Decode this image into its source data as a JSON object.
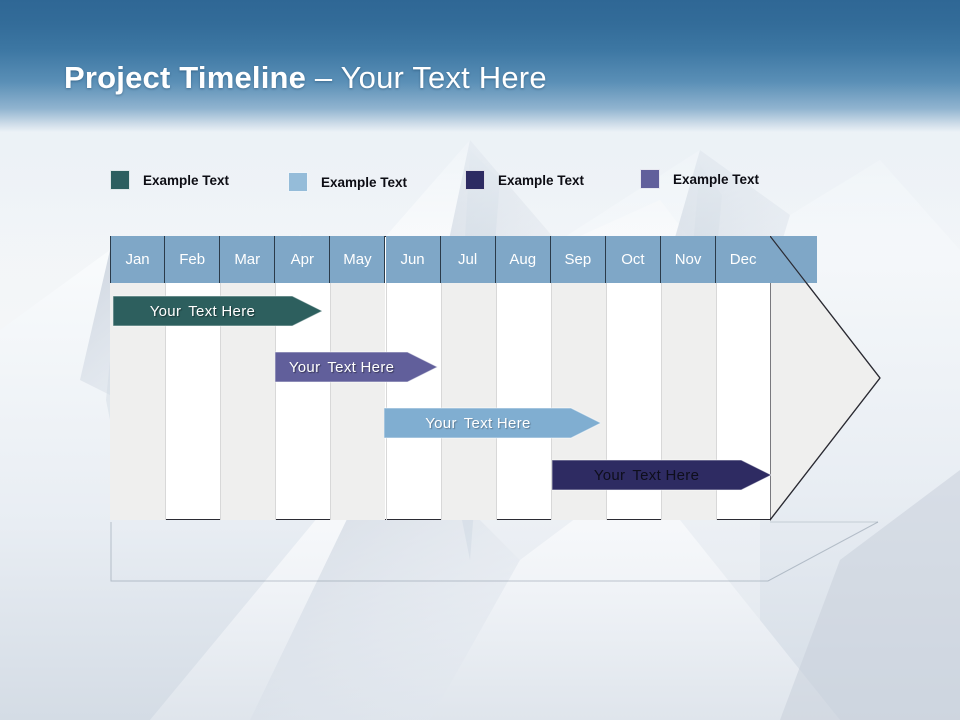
{
  "slide": {
    "title_strong": "Project Timeline",
    "title_dash": " – ",
    "title_light": "Your Text Here",
    "background_description": "snow-covered-mountain-photo",
    "band_color": "#336c99"
  },
  "legend": {
    "items": [
      {
        "label": "Example Text",
        "color": "#2d5f5e",
        "x": 0,
        "swatch_x": 0
      },
      {
        "label": "Example Text",
        "color": "#95bcd9",
        "x": 180,
        "swatch_x": 180
      },
      {
        "label": "Example Text",
        "color": "#2e2b62",
        "x": 355,
        "swatch_x": 355
      },
      {
        "label": "Example Text",
        "color": "#615f9b",
        "x": 530,
        "swatch_x": 530
      }
    ]
  },
  "chart_data": {
    "type": "bar",
    "chart_kind": "gantt-timeline",
    "title": "Project Timeline",
    "xlabel": "",
    "ylabel": "",
    "categories": [
      "Jan",
      "Feb",
      "Mar",
      "Apr",
      "May",
      "Jun",
      "Jul",
      "Aug",
      "Sep",
      "Oct",
      "Nov",
      "Dec"
    ],
    "column_width": 55.1,
    "header_fill": "#7fa7c7",
    "header_text_color": "#ffffff",
    "grid": true,
    "legend_position": "top-left",
    "axis_months": 12,
    "series": [
      {
        "name": "Example Text",
        "label": "Your Text Here",
        "color": "#2d5f5e",
        "row": 0,
        "start_month": 0.05,
        "end_month": 3.85,
        "start_label": "Jan",
        "end_label": "Apr"
      },
      {
        "name": "Example Text",
        "label": "Your Text Here",
        "color": "#615f9b",
        "row": 1,
        "start_month": 3.0,
        "end_month": 5.95,
        "start_label": "Apr",
        "end_label": "Jun"
      },
      {
        "name": "Example Text",
        "label": "Your Text Here",
        "color": "#80aed1",
        "row": 2,
        "start_month": 4.98,
        "end_month": 8.92,
        "start_label": "Jun",
        "end_label": "Sep"
      },
      {
        "name": "Example Text",
        "label": "Your Text Here",
        "color": "#2e2b62",
        "row": 3,
        "start_month": 8.02,
        "end_month": 12.0,
        "start_label": "Sep",
        "end_label": "Dec"
      }
    ]
  }
}
